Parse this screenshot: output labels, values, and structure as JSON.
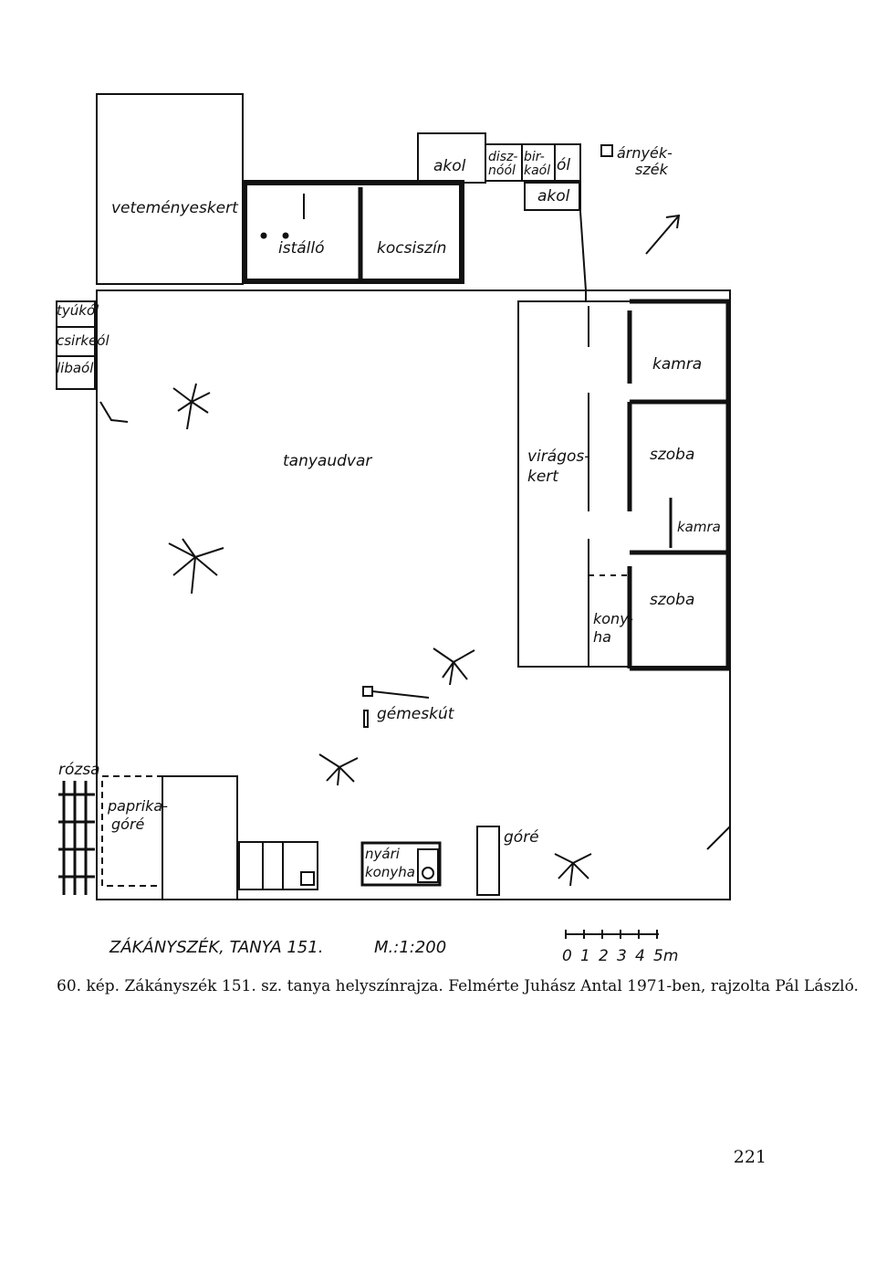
{
  "plan": {
    "labels": {
      "vetemenyeskert": "veteményeskert",
      "akol_top": "akol",
      "disznool": "disz-\nnóól",
      "birkaol": "bir-\nkaól",
      "ol": "ól",
      "arnyekszek": "árnyék-\nszék",
      "akol_small": "akol",
      "istallo": "istálló",
      "kocsiszin": "kocsiszín",
      "tyukol": "tyúkól",
      "csirkeol": "csirkeól",
      "libaol": "libaól",
      "kamra_top": "kamra",
      "tanyaudvar": "tanyaudvar",
      "viragoskert": "virágos-\nkert",
      "szoba_1": "szoba",
      "kamra_small": "kamra",
      "szoba_2": "szoba",
      "konyha": "kony-\nha",
      "gemeskut": "gémeskút",
      "rozsa": "rózsa",
      "paprikagore": "paprika-\ngóré",
      "nyari_konyha": "nyári\nkonyha",
      "gore": "góré"
    },
    "title": "ZÁKÁNYSZÉK, TANYA 151.",
    "scale": "M.:1:200",
    "scale_bar_ticks": [
      "0",
      "1",
      "2",
      "3",
      "4",
      "5m"
    ]
  },
  "caption": "60. kép. Zákányszék 151. sz. tanya helyszínrajza. Felmérte Juhász Antal 1971-ben, rajzolta Pál László.",
  "page_number": "221"
}
